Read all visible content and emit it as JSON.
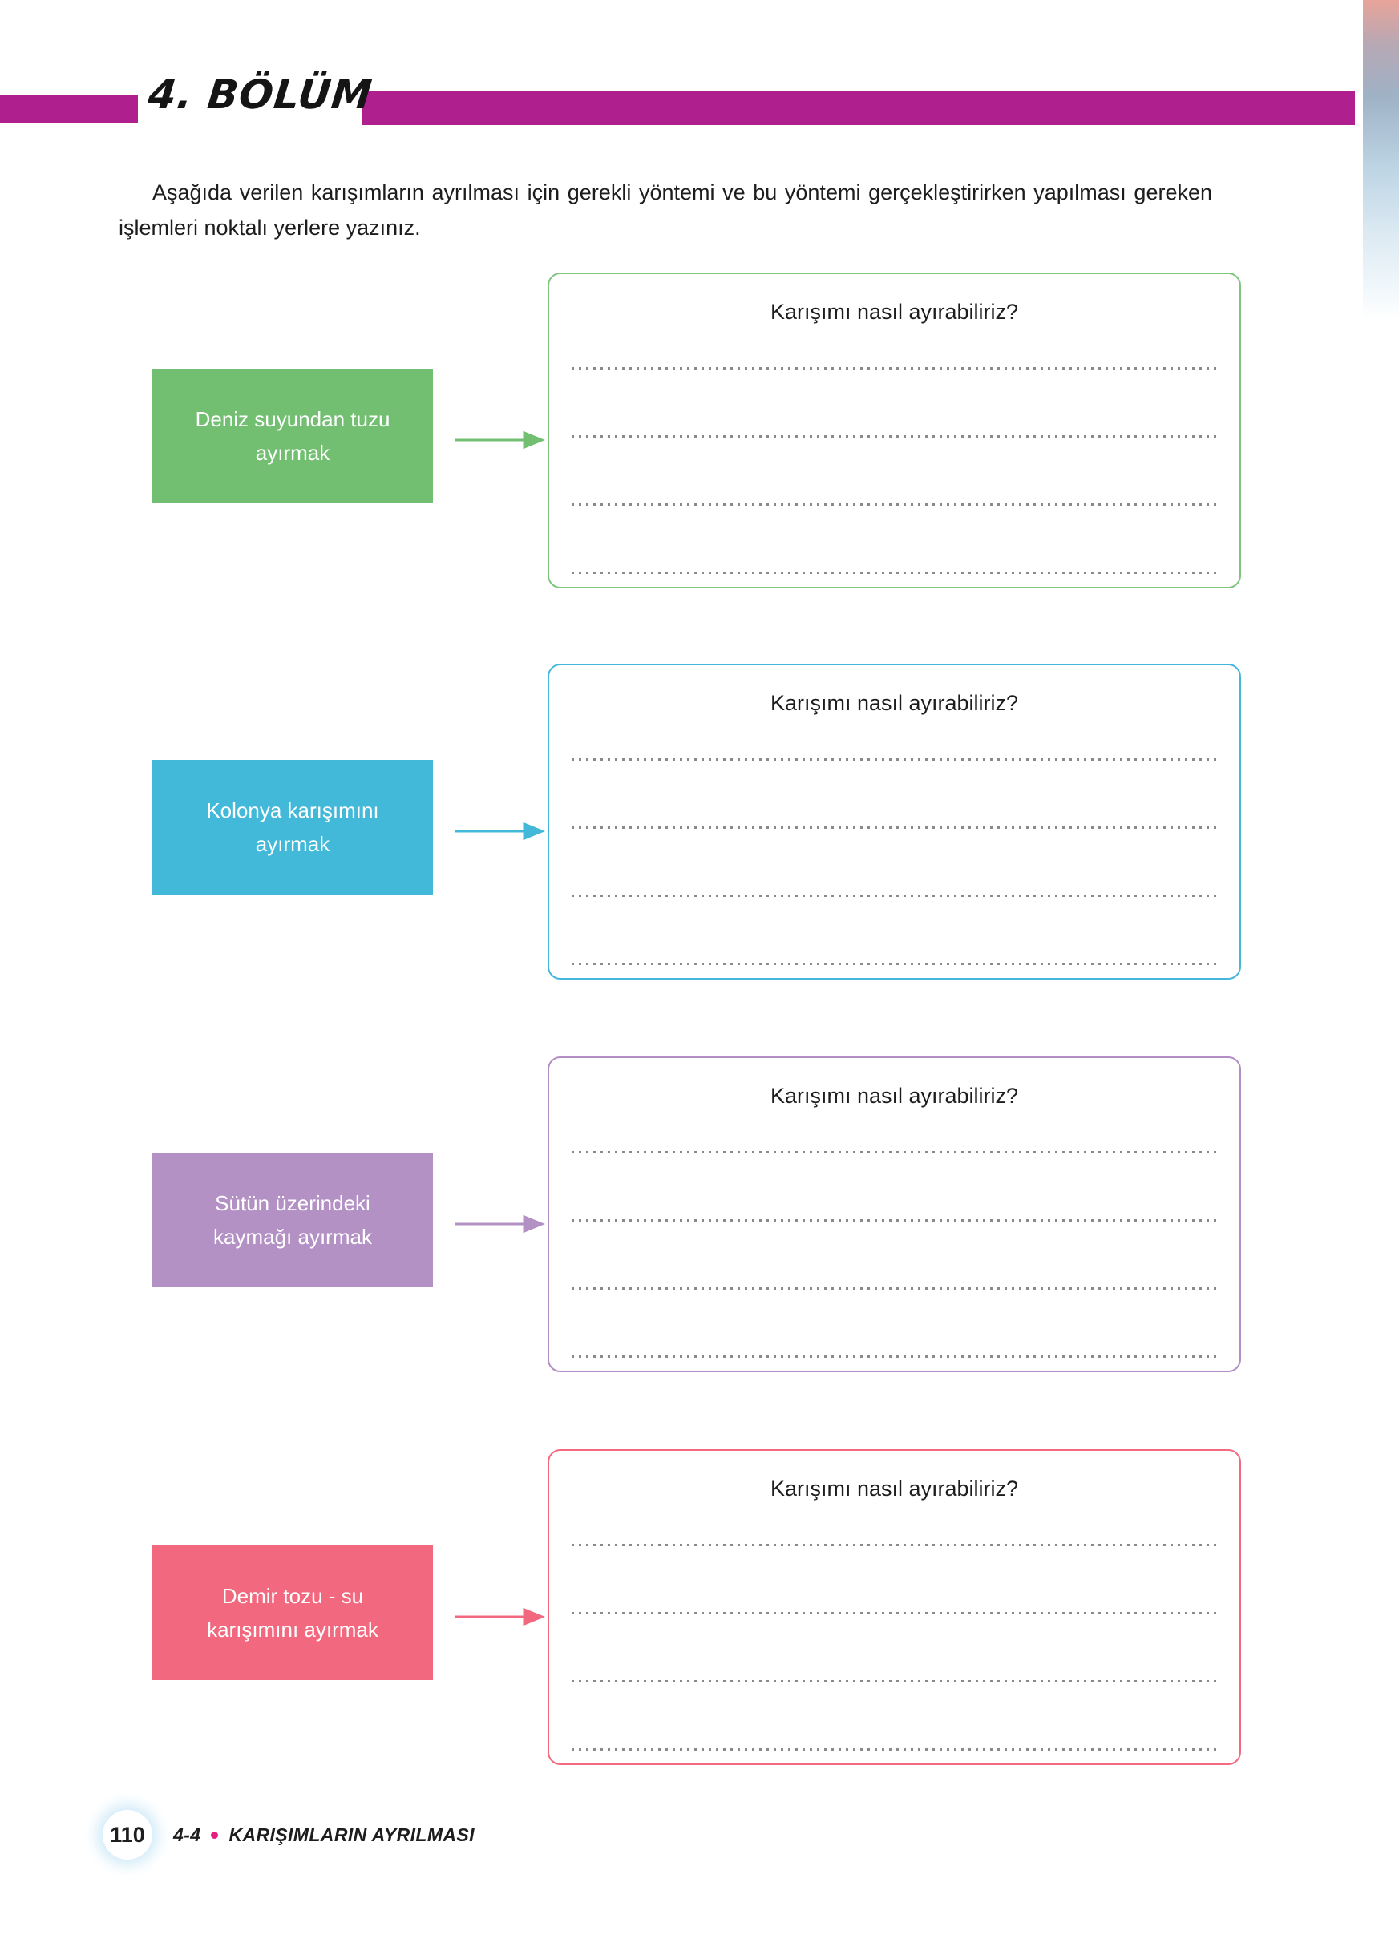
{
  "header": {
    "chapter_title": "4. BÖLÜM",
    "bar_color": "#b01f8e"
  },
  "instructions": {
    "text": "Aşağıda verilen karışımların ayrılması için gerekli yöntemi ve bu yöntemi gerçekleştirirken yapılması gereken işlemleri noktalı yerlere yazınız."
  },
  "rows": [
    {
      "label": "Deniz suyundan tuzu ayırmak",
      "question": "Karışımı nasıl ayırabiliriz?",
      "color": "#72bf72",
      "border_color": "#7ec67e",
      "lines": 4
    },
    {
      "label": "Kolonya karışımını ayırmak",
      "question": "Karışımı nasıl ayırabiliriz?",
      "color": "#43b9da",
      "border_color": "#46b7dc",
      "lines": 4
    },
    {
      "label": "Sütün üzerindeki kaymağı ayırmak",
      "question": "Karışımı nasıl ayırabiliriz?",
      "color": "#b391c4",
      "border_color": "#b28ec4",
      "lines": 4
    },
    {
      "label": "Demir tozu - su karışımını ayırmak",
      "question": "Karışımı nasıl ayırabiliriz?",
      "color": "#f2687f",
      "border_color": "#f4697f",
      "lines": 4
    }
  ],
  "footer": {
    "page_number": "110",
    "section_number": "4-4",
    "section_title": "KARIŞIMLARIN AYRILMASI",
    "bullet_color": "#e51e82"
  }
}
